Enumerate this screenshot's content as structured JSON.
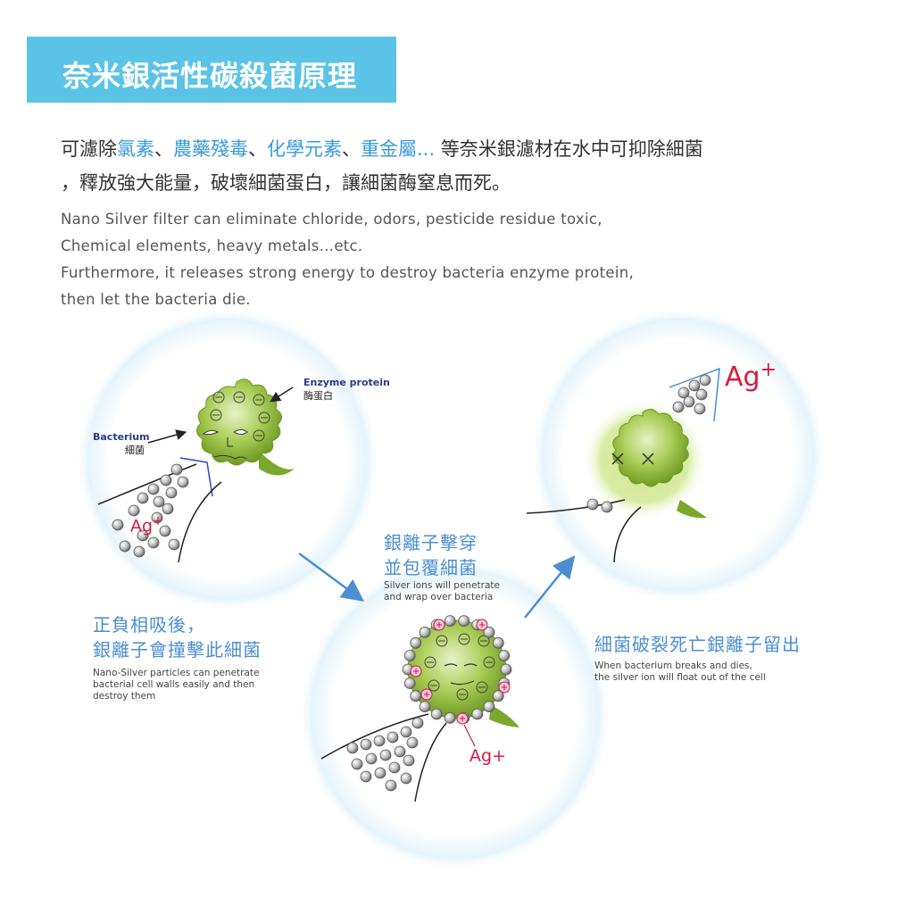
{
  "header": {
    "title": "奈米銀活性碳殺菌原理"
  },
  "description_zh": {
    "p1": "可濾除",
    "h1": "氯素",
    "s1": "、",
    "h2": "農藥殘毒",
    "s2": "、",
    "h3": "化學元素",
    "s3": "、",
    "h4": "重金屬...",
    "p2": " 等奈米銀濾材在水中可抑除細菌",
    "line2": "，釋放強大能量，破壞細菌蛋白，讓細菌酶窒息而死。"
  },
  "description_en": [
    "Nano Silver filter can eliminate chloride, odors, pesticide residue toxic,",
    "Chemical elements, heavy metals...etc.",
    "Furthermore, it releases strong energy to destroy bacteria enzyme protein,",
    "then let the bacteria die."
  ],
  "labels": {
    "enzyme_en": "Enzyme protein",
    "enzyme_zh": "酶蛋白",
    "bacterium_en": "Bacterium",
    "bacterium_zh": "細菌",
    "ag": "Ag",
    "ag_plus": "+",
    "ag_full": "Ag+"
  },
  "steps": [
    {
      "zh_line1": "正負相吸後，",
      "zh_line2": "銀離子會撞擊此細菌",
      "en_line1": "Nano-Silver particles can penetrate",
      "en_line2": "bacterial cell walls easily and then",
      "en_line3": "destroy them"
    },
    {
      "zh_line1": "銀離子擊穿",
      "zh_line2": "並包覆細菌",
      "en_line1": "Silver ions will penetrate",
      "en_line2": "and wrap over bacteria"
    },
    {
      "zh_line1": "細菌破裂死亡銀離子留出",
      "en_line1": "When bacterium breaks and dies,",
      "en_line2": "the silver ion will float out of the cell"
    }
  ],
  "colors": {
    "banner": "#5bc4e6",
    "highlight": "#3a9ad9",
    "caption": "#4b8fd1",
    "bacteria": "#8db83a",
    "ag_red": "#d81b3c"
  }
}
